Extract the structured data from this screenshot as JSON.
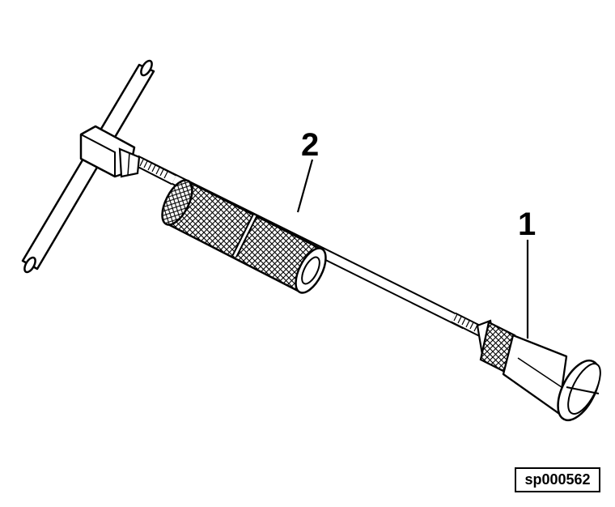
{
  "callouts": [
    {
      "id": "1",
      "label": "1"
    },
    {
      "id": "2",
      "label": "2"
    }
  ],
  "reference_code": "sp000562",
  "colors": {
    "line": "#000000",
    "fill": "#ffffff"
  }
}
